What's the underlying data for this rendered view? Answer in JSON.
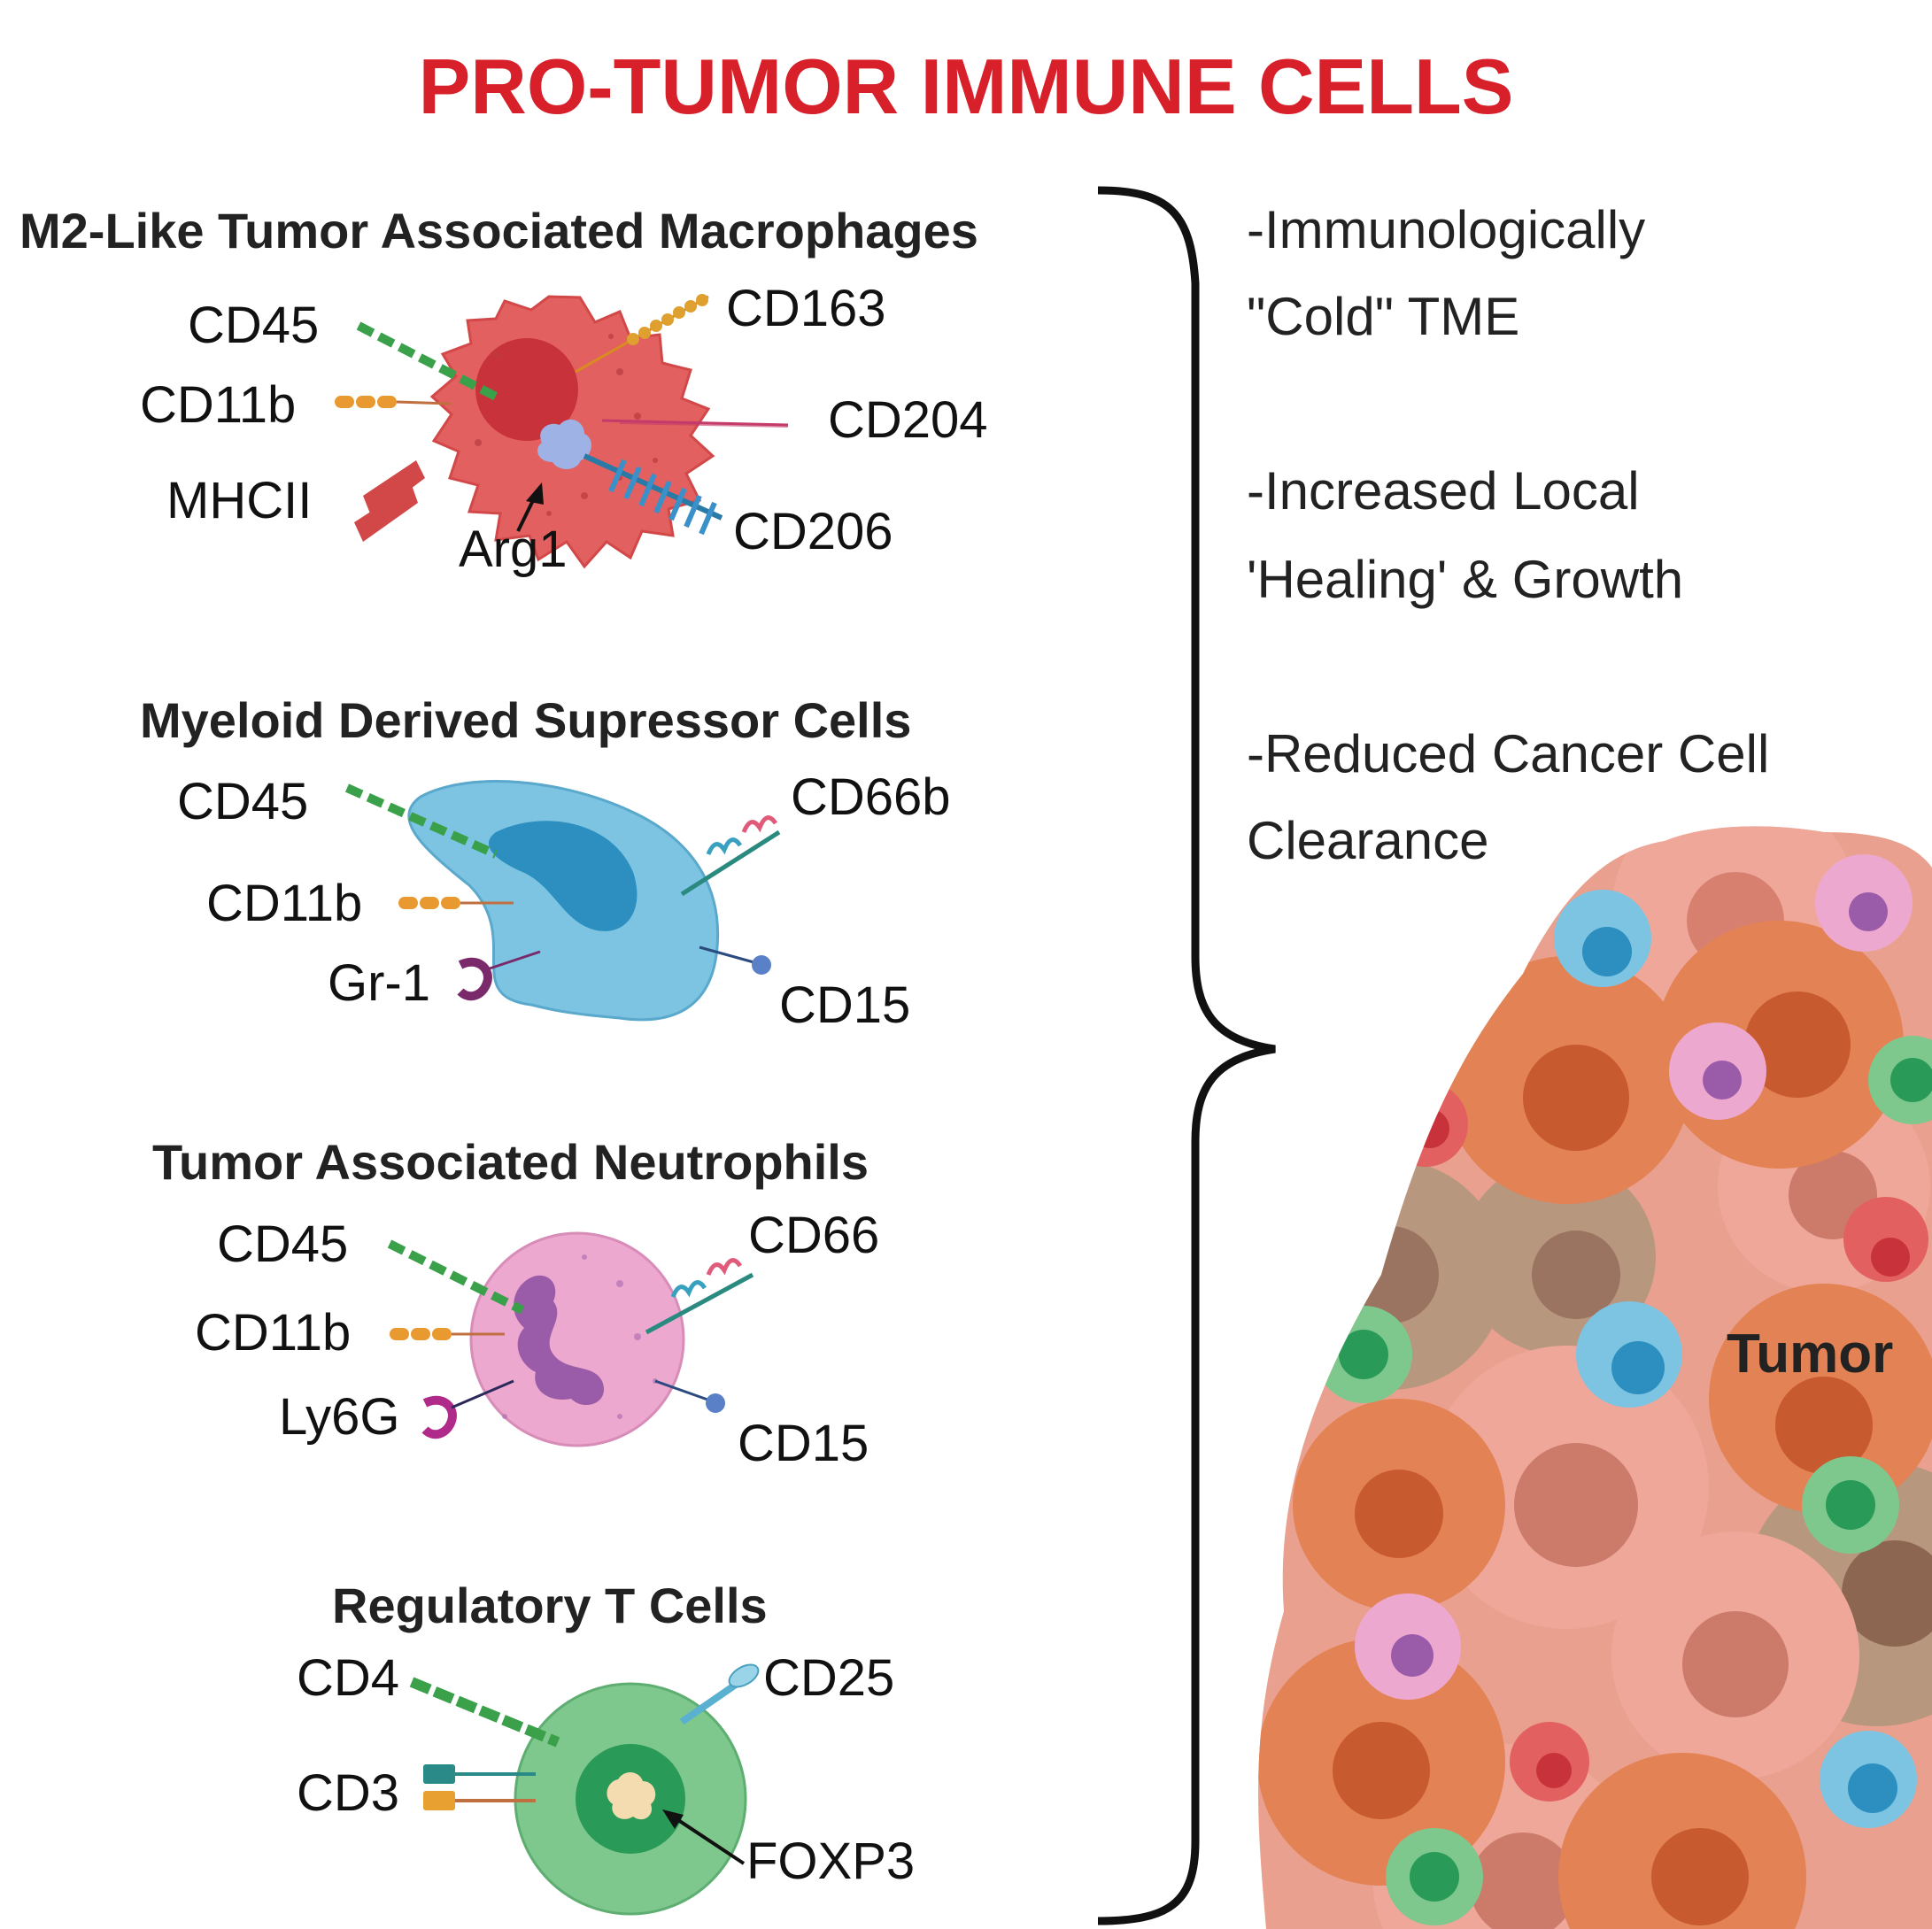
{
  "title": "PRO-TUMOR IMMUNE CELLS",
  "cells": {
    "m2": {
      "heading": "M2-Like Tumor Associated  Macrophages",
      "markers": [
        "CD45",
        "CD11b",
        "MHCII",
        "Arg1",
        "CD163",
        "CD204",
        "CD206"
      ]
    },
    "mdsc": {
      "heading": "Myeloid Derived Supressor Cells",
      "markers": [
        "CD45",
        "CD11b",
        "Gr-1",
        "CD66b",
        "CD15"
      ]
    },
    "tan": {
      "heading": "Tumor Associated Neutrophils",
      "markers": [
        "CD45",
        "CD11b",
        "Ly6G",
        "CD66",
        "CD15"
      ]
    },
    "treg": {
      "heading": "Regulatory T Cells",
      "markers": [
        "CD4",
        "CD3",
        "CD25",
        "FOXP3"
      ]
    }
  },
  "effects": [
    {
      "line1": "-Immunologically",
      "line2": "\"Cold\" TME"
    },
    {
      "line1": "-Increased Local",
      "line2": "'Healing' & Growth"
    },
    {
      "line1": "-Reduced Cancer Cell",
      "line2": "Clearance"
    }
  ],
  "tumor_label": "Tumor",
  "colors": {
    "title": "#d8202a",
    "macrophage": "#e36060",
    "mdsc": "#7cc4e2",
    "neutrophil": "#eda8cf",
    "treg": "#7ec88e",
    "tumor_orange": "#e38254",
    "tumor_pink": "#efa79a",
    "tumor_tan": "#b8977f"
  }
}
